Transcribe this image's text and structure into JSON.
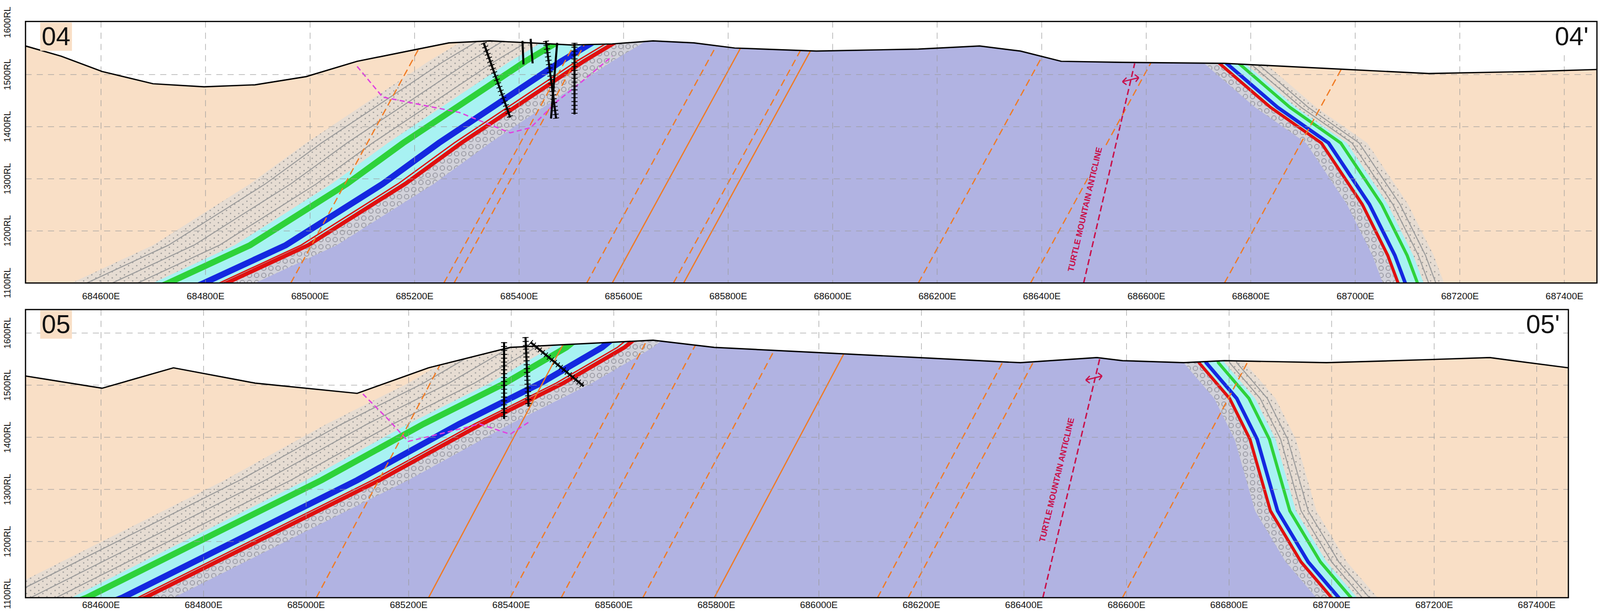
{
  "diagram": {
    "labels": [
      "04",
      "04'",
      "1600RL",
      "1500RL",
      "1400RL",
      "1300RL",
      "1200RL",
      "1100RL",
      "684600E",
      "684800E",
      "685000E",
      "685200E",
      "685400E",
      "685600E",
      "685800E",
      "686000E",
      "686200E",
      "686400E",
      "686600E",
      "686800E",
      "687000E",
      "687200E",
      "687400E",
      "TURTLE MOUNTAIN ANTICLINE",
      "05",
      "05'",
      "1600RL",
      "1500RL",
      "1400RL",
      "1300RL",
      "1200RL",
      "1100RL",
      "684600E",
      "684800E",
      "685000E",
      "685200E",
      "685400E",
      "685600E",
      "685800E",
      "686000E",
      "686200E",
      "686400E",
      "686600E",
      "686800E",
      "687000E",
      "687200E",
      "687400E",
      "TURTLE MOUNTAIN ANTICLINE"
    ]
  }
}
